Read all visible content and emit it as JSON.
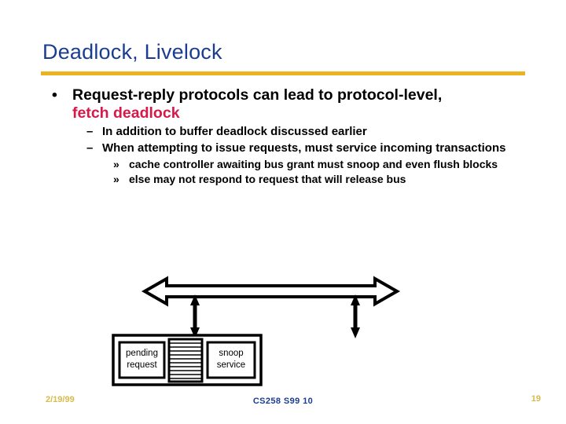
{
  "slide": {
    "title": "Deadlock, Livelock",
    "accent_rule_color": "#edb31e",
    "title_color": "#1b3d91"
  },
  "bullets": {
    "level1": {
      "marker": "•",
      "text_plain": "Request-reply protocols can lead to protocol-level,",
      "text_emphasis": "fetch deadlock",
      "emphasis_color": "#d6194b"
    },
    "level2": [
      {
        "marker": "–",
        "text": "In addition to buffer deadlock discussed earlier"
      },
      {
        "marker": "–",
        "text": "When attempting to issue requests, must service incoming transactions"
      }
    ],
    "level3": [
      {
        "marker": "»",
        "text": "cache controller awaiting bus grant must snoop and even flush blocks"
      },
      {
        "marker": "»",
        "text": "else may not respond to request that will release bus"
      }
    ]
  },
  "diagram": {
    "bus_arrow_label": "bus-double-arrow",
    "node_box": {
      "pending_request_line1": "pending",
      "pending_request_line2": "request",
      "snoop_service_line1": "snoop",
      "snoop_service_line2": "service",
      "queue_stripes": 11
    },
    "stroke_color": "#000000"
  },
  "footer": {
    "date": "2/19/99",
    "center": "CS258 S99 10",
    "page": "19",
    "date_color": "#d8bb4a",
    "center_color": "#1b3d91"
  }
}
